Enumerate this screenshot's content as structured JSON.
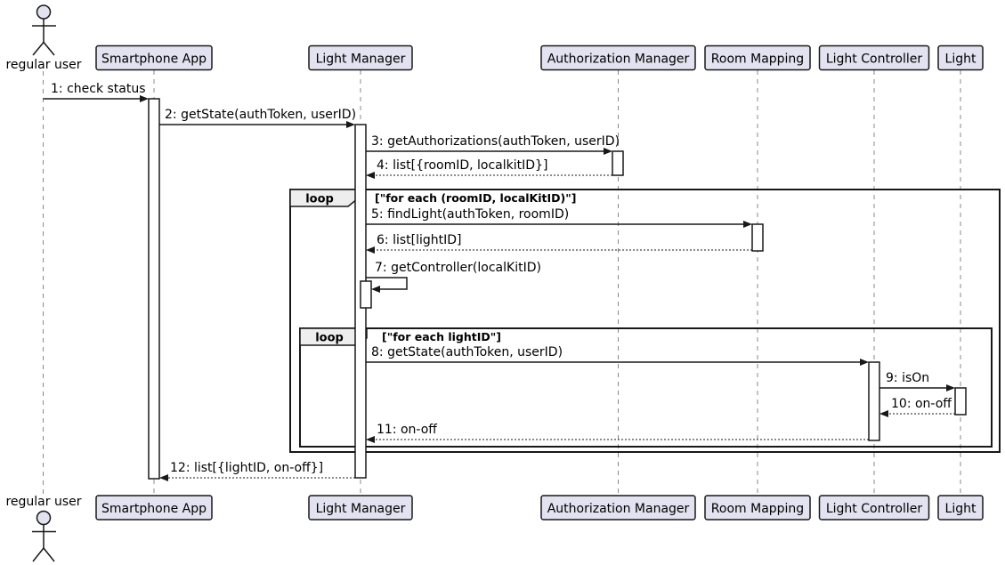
{
  "diagram": {
    "type": "uml-sequence",
    "actor": {
      "label": "regular user"
    },
    "participants": [
      {
        "label": "Smartphone App"
      },
      {
        "label": "Light Manager"
      },
      {
        "label": "Authorization Manager"
      },
      {
        "label": "Room Mapping"
      },
      {
        "label": "Light Controller"
      },
      {
        "label": "Light"
      }
    ],
    "fragments": [
      {
        "operator": "loop",
        "guard": "[\"for each (roomID, localKitID)\"]"
      },
      {
        "operator": "loop",
        "guard": "[\"for each lightID\"]"
      }
    ],
    "messages": [
      {
        "label": "1: check status",
        "from": "regular user",
        "to": "Smartphone App",
        "kind": "solid"
      },
      {
        "label": "2: getState(authToken, userID)",
        "from": "Smartphone App",
        "to": "Light Manager",
        "kind": "solid"
      },
      {
        "label": "3: getAuthorizations(authToken, userID)",
        "from": "Light Manager",
        "to": "Authorization Manager",
        "kind": "solid"
      },
      {
        "label": "4: list[{roomID, localkitID}]",
        "from": "Authorization Manager",
        "to": "Light Manager",
        "kind": "dotted-return"
      },
      {
        "label": "5: findLight(authToken, roomID)",
        "from": "Light Manager",
        "to": "Room Mapping",
        "kind": "solid"
      },
      {
        "label": "6: list[lightID]",
        "from": "Room Mapping",
        "to": "Light Manager",
        "kind": "dotted-return"
      },
      {
        "label": "7: getController(localKitID)",
        "from": "Light Manager",
        "to": "Light Manager",
        "kind": "self"
      },
      {
        "label": "8: getState(authToken, userID)",
        "from": "Light Manager",
        "to": "Light Controller",
        "kind": "solid"
      },
      {
        "label": "9: isOn",
        "from": "Light Controller",
        "to": "Light",
        "kind": "solid"
      },
      {
        "label": "10: on-off",
        "from": "Light",
        "to": "Light Controller",
        "kind": "dotted-return"
      },
      {
        "label": "11: on-off",
        "from": "Light Controller",
        "to": "Light Manager",
        "kind": "dotted-return"
      },
      {
        "label": "12: list[{lightID, on-off}]",
        "from": "Light Manager",
        "to": "Smartphone App",
        "kind": "dotted-return"
      }
    ],
    "colors": {
      "participant_fill": "#E2E2F0",
      "border": "#181818",
      "lifeline": "#888888",
      "fragment_tab_fill": "#EEEEEE",
      "background": "#FFFFFF"
    }
  }
}
